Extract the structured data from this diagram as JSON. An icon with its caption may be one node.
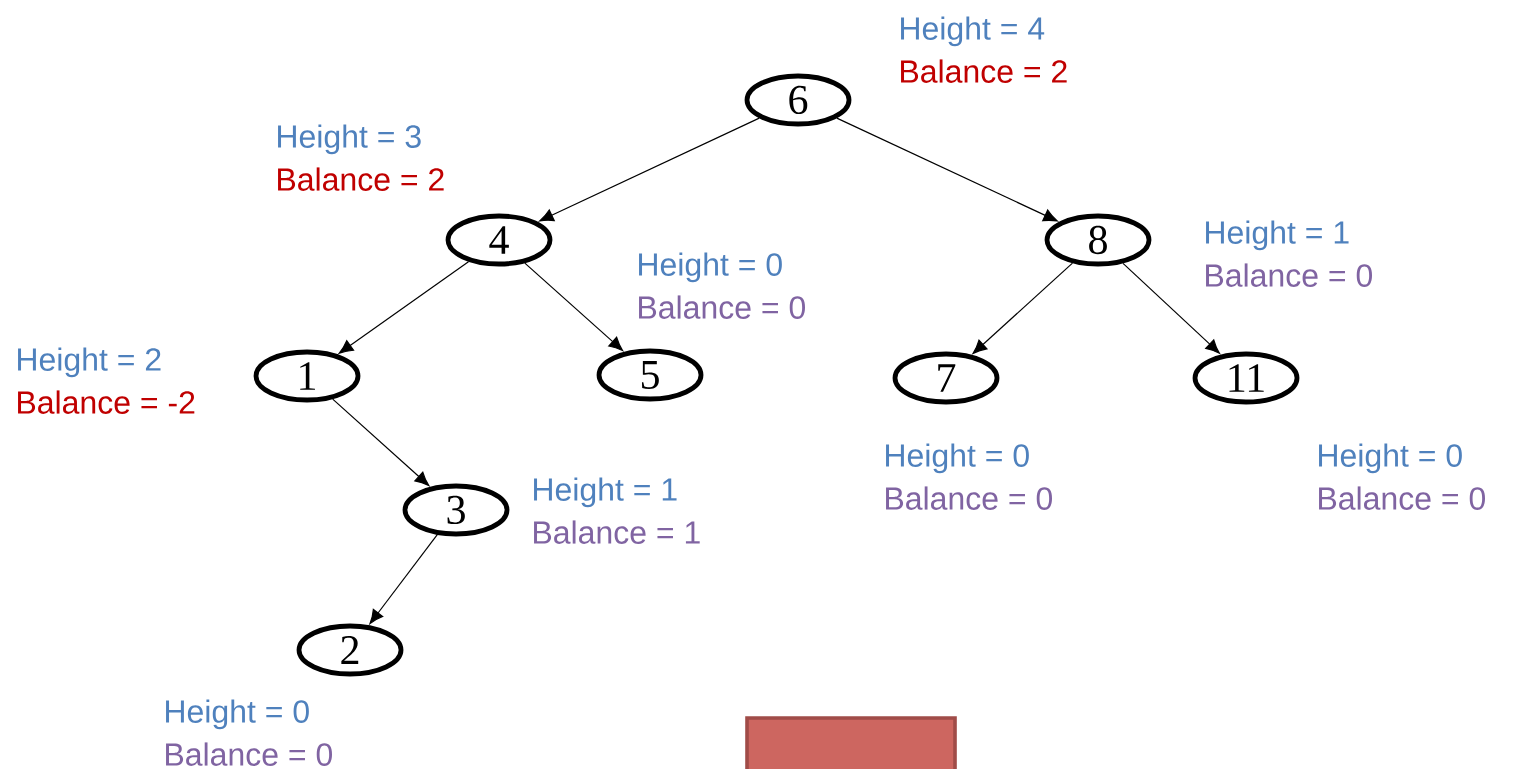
{
  "diagram": {
    "nodes": [
      {
        "text": [
          "6"
        ],
        "beside": [
          "Height = 4",
          "Balance = 2"
        ]
      },
      {
        "text": [
          "4"
        ],
        "beside": [
          "Height = 3",
          "Balance = 2"
        ]
      },
      {
        "text": [
          "8"
        ],
        "beside": [
          "Height = 1",
          "Balance = 0"
        ]
      },
      {
        "text": [
          "1"
        ],
        "beside": [
          "Height = 2",
          "Balance = -2"
        ]
      },
      {
        "text": [
          "5"
        ],
        "beside": [
          "Height = 0",
          "Balance = 0"
        ]
      },
      {
        "text": [
          "7"
        ],
        "beside": [
          "Height = 0",
          "Balance = 0"
        ]
      },
      {
        "text": [
          "11"
        ],
        "beside": [
          "Height = 0",
          "Balance = 0"
        ]
      },
      {
        "text": [
          "3"
        ],
        "beside": [
          "Height = 1",
          "Balance = 1"
        ]
      },
      {
        "text": [
          "2"
        ],
        "beside": [
          "Height = 0",
          "Balance = 0"
        ]
      },
      {
        "text": [],
        "shape": "box"
      }
    ],
    "edges": [
      {
        "from": 0,
        "to": 1,
        "arrow": "to"
      },
      {
        "from": 0,
        "to": 2,
        "arrow": "to"
      },
      {
        "from": 1,
        "to": 3,
        "arrow": "to"
      },
      {
        "from": 1,
        "to": 4,
        "arrow": "to"
      },
      {
        "from": 2,
        "to": 5,
        "arrow": "to"
      },
      {
        "from": 2,
        "to": 6,
        "arrow": "to"
      },
      {
        "from": 3,
        "to": 7,
        "arrow": "to"
      },
      {
        "from": 7,
        "to": 8,
        "arrow": "to"
      }
    ]
  }
}
